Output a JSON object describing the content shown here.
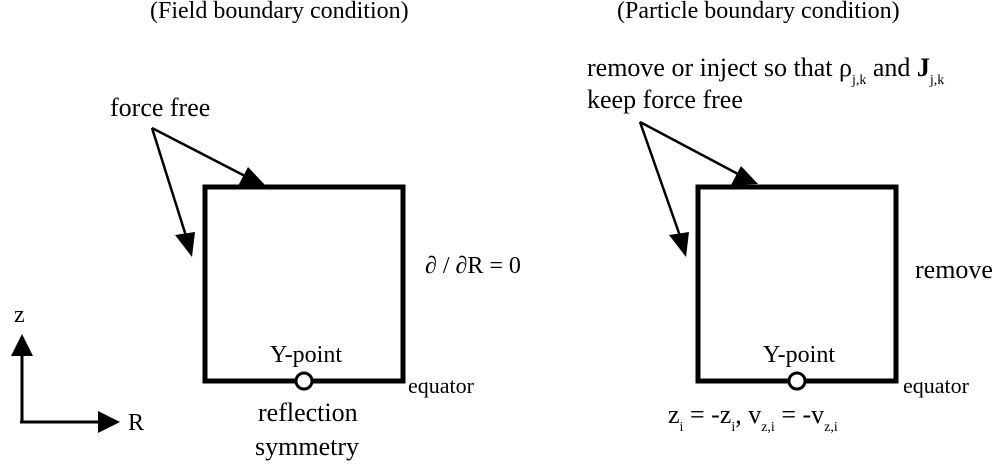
{
  "left_panel": {
    "header": "(Field boundary condition)",
    "force_free_label": "force free",
    "right_side_label": "∂ / ∂R = 0",
    "y_point_label": "Y-point",
    "equator_label": "equator",
    "bottom_label_line1": "reflection",
    "bottom_label_line2": "symmetry"
  },
  "right_panel": {
    "header": "(Particle boundary condition)",
    "top_line1": {
      "prefix": "remove or inject so that ρ",
      "rho_sub": "j,k",
      "middle": " and ",
      "J": "J",
      "J_sub": "j,k"
    },
    "top_line2": "keep force free",
    "right_side_label": "remove",
    "y_point_label": "Y-point",
    "equator_label": "equator",
    "bottom_formula": {
      "z": "z",
      "z_sub": "i",
      "eq1": " = -z",
      "z2_sub": "i",
      "comma": ", v",
      "v_sub": "z,i",
      "eq2": " = -v",
      "v2_sub": "z,i"
    }
  },
  "axes": {
    "z_label": "z",
    "r_label": "R"
  }
}
